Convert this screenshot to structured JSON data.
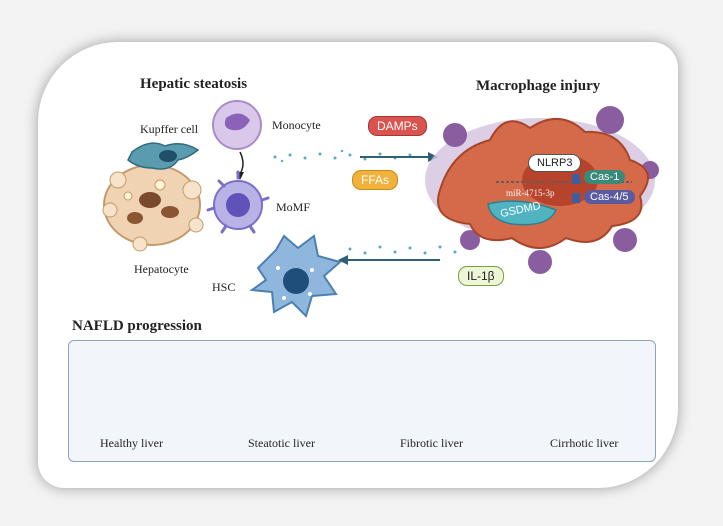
{
  "titles": {
    "steatosis": "Hepatic steatosis",
    "macrophage": "Macrophage injury",
    "progression": "NAFLD progression"
  },
  "cells": {
    "kupffer": "Kupffer cell",
    "monocyte": "Monocyte",
    "momf": "MoMF",
    "hepatocyte": "Hepatocyte",
    "hsc": "HSC"
  },
  "signals": {
    "damps": "DAMPs",
    "ffas": "FFAs",
    "il1b": "IL-1β"
  },
  "molecules": {
    "nlrp3": "NLRP3",
    "cas1": "Cas-1",
    "cas45": "Cas-4/5",
    "mirna": "miR-4715-3p",
    "gsdmd": "GSDMD"
  },
  "livers": [
    "Healthy liver",
    "Steatotic liver",
    "Fibrotic  liver",
    "Cirrhotic  liver"
  ]
}
